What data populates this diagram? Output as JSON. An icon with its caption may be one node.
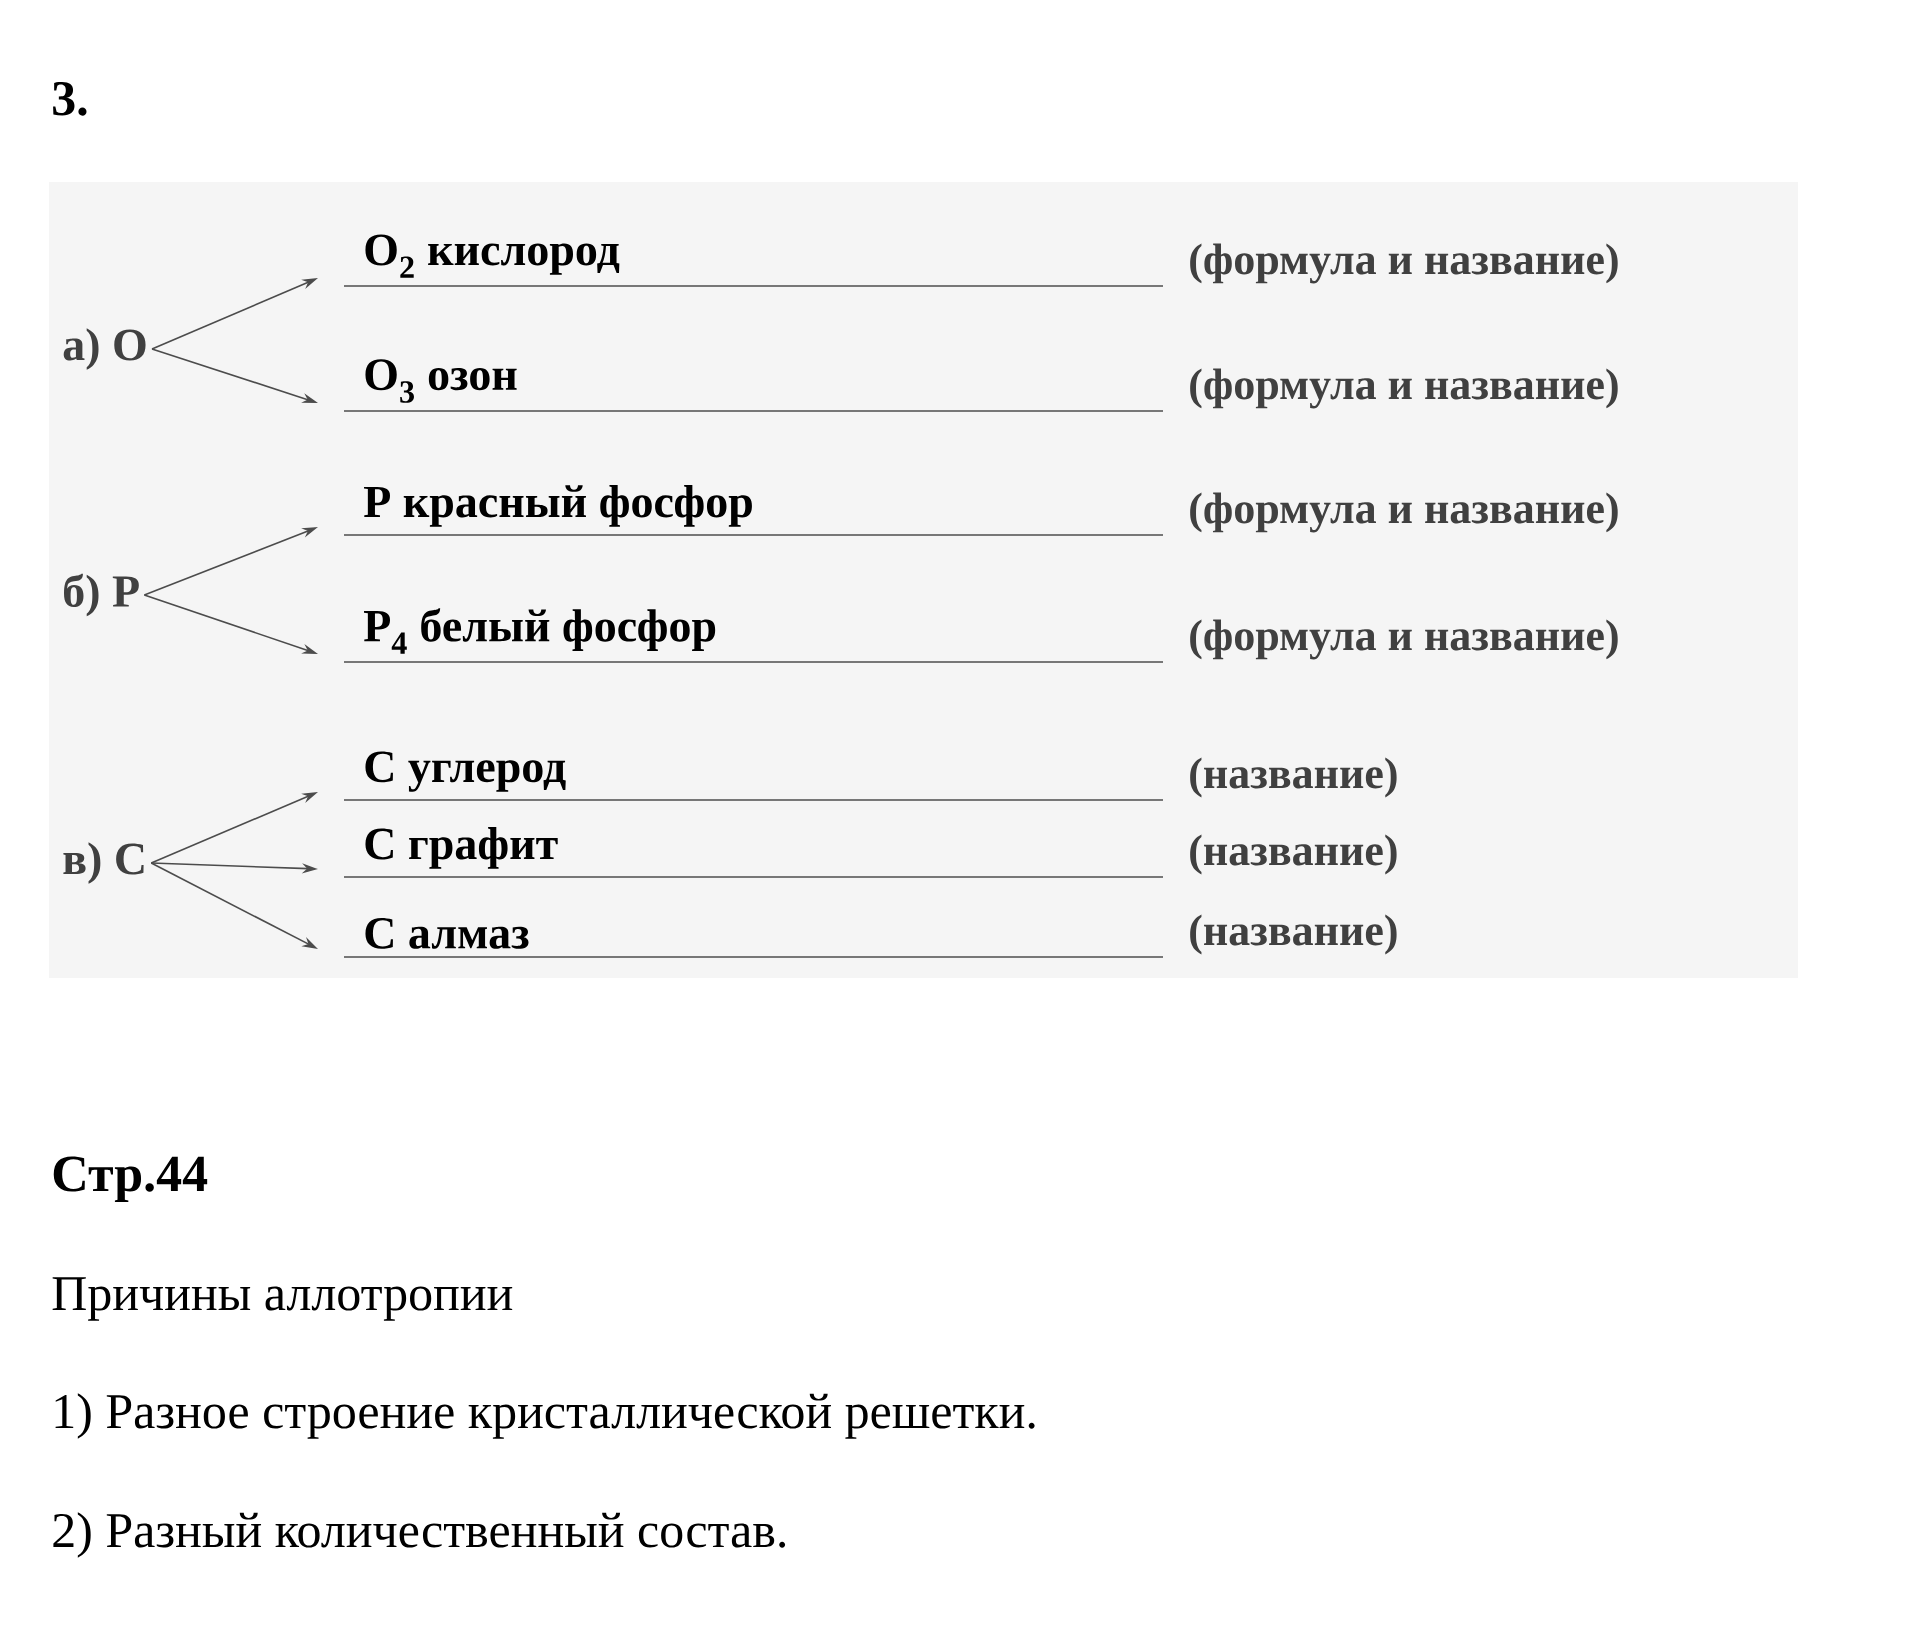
{
  "diagram": {
    "nodes": [
      {
        "text": [
          "а) O"
        ]
      },
      {
        "text": [
          "O$_{2}$ кислород"
        ],
        "beside": [
          "(формула и название)"
        ]
      },
      {
        "text": [
          "O$_{3}$ озон"
        ],
        "beside": [
          "(формула и название)"
        ]
      },
      {
        "text": [
          "б) P"
        ]
      },
      {
        "text": [
          "P красный фосфор"
        ],
        "beside": [
          "(формула и название)"
        ]
      },
      {
        "text": [
          "P$_{4}$ белый фосфор"
        ],
        "beside": [
          "(формула и название)"
        ]
      },
      {
        "text": [
          "в) C"
        ]
      },
      {
        "text": [
          "C углерод"
        ],
        "beside": [
          "(название)"
        ]
      },
      {
        "text": [
          "C графит"
        ],
        "beside": [
          "(название)"
        ]
      },
      {
        "text": [
          "C алмаз"
        ],
        "beside": [
          "(название)"
        ]
      }
    ],
    "edges": [
      {
        "from": 0,
        "to": 1,
        "arrow": "to"
      },
      {
        "from": 0,
        "to": 2,
        "arrow": "to"
      },
      {
        "from": 3,
        "to": 4,
        "arrow": "to"
      },
      {
        "from": 3,
        "to": 5,
        "arrow": "to"
      },
      {
        "from": 6,
        "to": 7,
        "arrow": "to"
      },
      {
        "from": 6,
        "to": 8,
        "arrow": "to"
      },
      {
        "from": 6,
        "to": 9,
        "arrow": "to"
      }
    ],
    "labels": [
      "3.",
      "Стр.44",
      "Причины аллотропии",
      "1) Разное строение кристаллической решетки.",
      "2) Разный количественный состав."
    ]
  }
}
